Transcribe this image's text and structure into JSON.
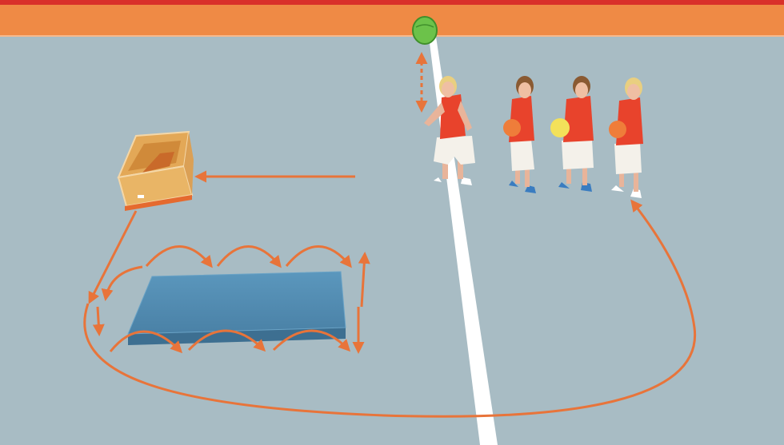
{
  "scene": {
    "colors": {
      "floor": "#a8bcc4",
      "wall_top": "#d9302a",
      "wall_band": "#ef8a45",
      "court_line": "#ffffff",
      "path_arrow": "#e8743a",
      "mat": "#4f88ad",
      "box": "#e3a857",
      "ball_green": "#6cc24a",
      "ball_yellow": "#f3e15a",
      "ball_orange": "#ef7d3a",
      "jersey": "#e8432c",
      "shorts": "#f4f1ea"
    },
    "elements": {
      "wall": "gym-wall",
      "court_line": "court-line",
      "target_ball": "green-ball-icon",
      "box": "ball-box-icon",
      "mat": "gym-mat-icon",
      "players": [
        "player-1-icon",
        "player-2-icon",
        "player-3-icon",
        "player-4-icon"
      ],
      "arrows": [
        "return-arrow",
        "box-to-mat-arrow",
        "jump-arrows",
        "big-loop-arrow",
        "throw-arrow"
      ]
    }
  }
}
